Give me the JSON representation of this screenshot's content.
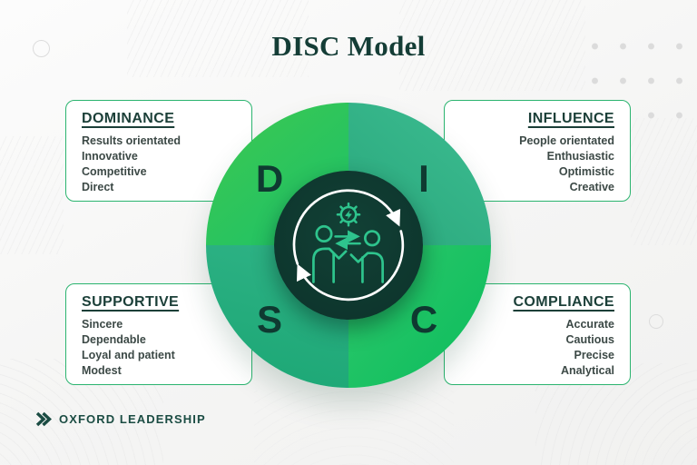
{
  "header": {
    "title": "DISC Model"
  },
  "wheel": {
    "letters": {
      "dominance": "D",
      "influence": "I",
      "supportive": "S",
      "compliance": "C"
    },
    "icons": {
      "center": "collaboration-cycle-icon",
      "gear": "gear-lightning-icon",
      "exchange": "exchange-arrows-icon"
    }
  },
  "panels": [
    {
      "id": "dominance",
      "title": "DOMINANCE",
      "align": "left",
      "items": [
        "Results orientated",
        "Innovative",
        "Competitive",
        "Direct"
      ]
    },
    {
      "id": "influence",
      "title": "INFLUENCE",
      "align": "right",
      "items": [
        "People orientated",
        "Enthusiastic",
        "Optimistic",
        "Creative"
      ]
    },
    {
      "id": "supportive",
      "title": "SUPPORTIVE",
      "align": "left",
      "items": [
        "Sincere",
        "Dependable",
        "Loyal and patient",
        "Modest"
      ]
    },
    {
      "id": "compliance",
      "title": "COMPLIANCE",
      "align": "right",
      "items": [
        "Accurate",
        "Cautious",
        "Precise",
        "Analytical"
      ]
    }
  ],
  "footer": {
    "brand": "OXFORD LEADERSHIP",
    "brand_icon": "double-chevron-icon"
  },
  "colors": {
    "brand_dark_teal": "#143d36",
    "panel_border_green": "#2bb46f",
    "quad_d_green": "#2cc455",
    "quad_i_teal": "#33b489",
    "quad_s_teal": "#24aa79",
    "quad_c_green": "#16c163",
    "hub_dark": "#0d352d",
    "icon_green": "#2ec48d",
    "cycle_arrow_white": "#ffffff"
  }
}
